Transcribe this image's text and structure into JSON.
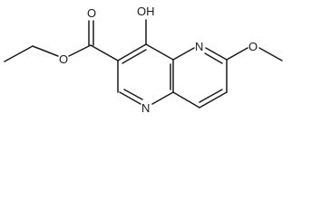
{
  "molecule": {
    "atoms": {
      "hydroxyl": "OH",
      "carbonyl_oxygen": "O",
      "ester_oxygen": "O",
      "ring_nitrogen_top": "N",
      "ring_nitrogen_bottom": "N",
      "methoxy_oxygen": "O"
    }
  }
}
